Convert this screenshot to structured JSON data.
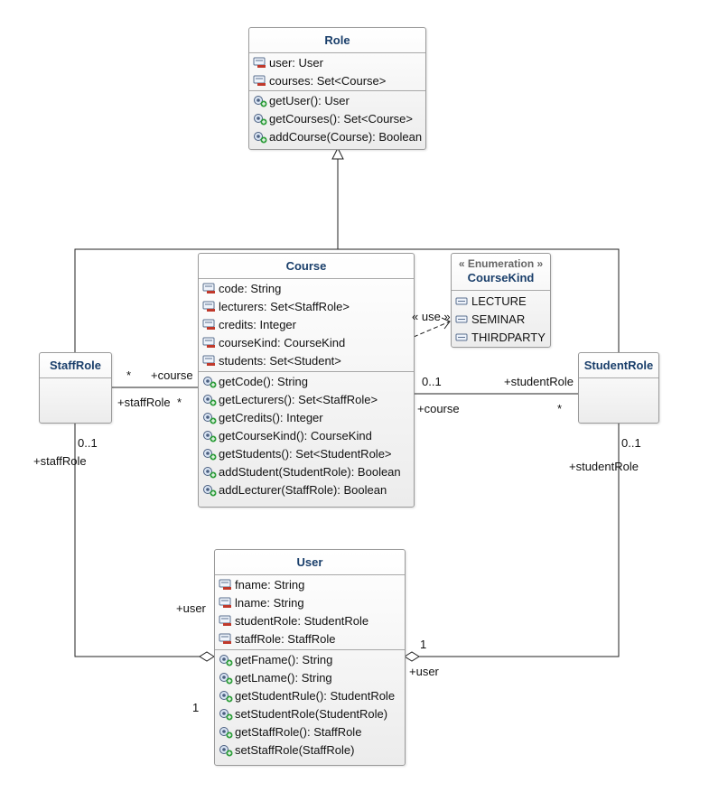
{
  "classes": {
    "role": {
      "name": "Role",
      "attributes": [
        "user: User",
        "courses: Set<Course>"
      ],
      "operations": [
        "getUser(): User",
        "getCourses(): Set<Course>",
        "addCourse(Course): Boolean"
      ]
    },
    "course": {
      "name": "Course",
      "attributes": [
        "code: String",
        "lecturers: Set<StaffRole>",
        "credits: Integer",
        "courseKind: CourseKind",
        "students: Set<Student>"
      ],
      "operations": [
        "getCode(): String",
        "getLecturers(): Set<StaffRole>",
        "getCredits(): Integer",
        "getCourseKind(): CourseKind",
        "getStudents(): Set<StudentRole>",
        "addStudent(StudentRole): Boolean",
        "addLecturer(StaffRole): Boolean"
      ]
    },
    "coursekind": {
      "stereotype": "« Enumeration »",
      "name": "CourseKind",
      "literals": [
        "LECTURE",
        "SEMINAR",
        "THIRDPARTY"
      ]
    },
    "staffrole": {
      "name": "StaffRole"
    },
    "studentrole": {
      "name": "StudentRole"
    },
    "user": {
      "name": "User",
      "attributes": [
        "fname: String",
        "lname: String",
        "studentRole: StudentRole",
        "staffRole: StaffRole"
      ],
      "operations": [
        "getFname(): String",
        "getLname(): String",
        "getStudentRule(): StudentRole",
        "setStudentRole(StudentRole)",
        "getStaffRole(): StaffRole",
        "setStaffRole(StaffRole)"
      ]
    }
  },
  "labels": {
    "use": "« use »",
    "staff_course_mult": "*",
    "staff_course_role": "+course",
    "staff_staffrole_role": "+staffRole",
    "staff_staffrole_mult": "*",
    "course_student_mult": "0..1",
    "course_student_role": "+course",
    "student_course_role": "+studentRole",
    "student_course_mult": "*",
    "staff_user_mult": "0..1",
    "staff_user_role": "+staffRole",
    "student_user_mult": "0..1",
    "student_user_role": "+studentRole",
    "user_staff_role": "+user",
    "user_staff_mult": "1",
    "user_student_mult": "1",
    "user_student_role": "+user"
  },
  "colors": {
    "title": "#1a3f6b",
    "attr_icon": "#c0392b",
    "op_icon": "#2e9e3b"
  }
}
